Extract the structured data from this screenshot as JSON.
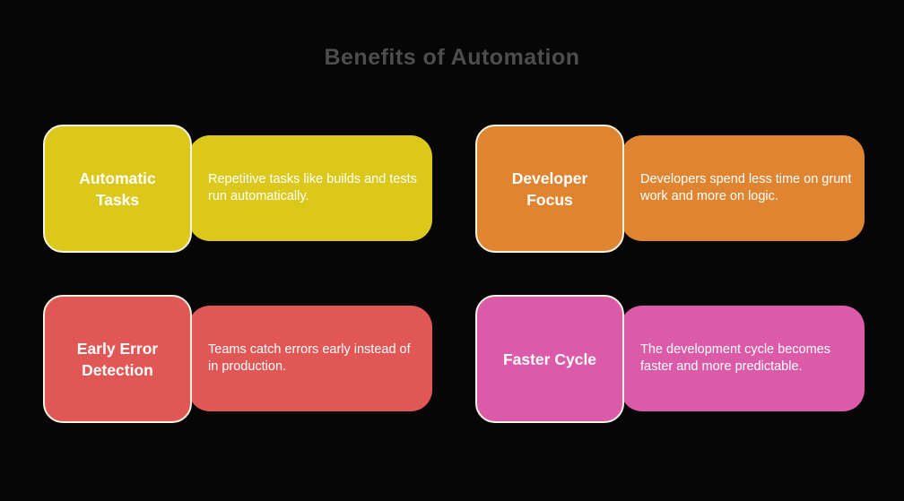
{
  "title": "Benefits of Automation",
  "palette": {
    "background": "#060606",
    "title_text": "#4d4d4d",
    "card_text": "#ffffff",
    "square_border": "#f8f3e2"
  },
  "cards": [
    {
      "label": "Automatic Tasks",
      "description": "Repetitive tasks like builds and tests run automatically.",
      "color": "#dcc81a"
    },
    {
      "label": "Developer Focus",
      "description": "Developers spend less time on grunt work and more on logic.",
      "color": "#df8531"
    },
    {
      "label": "Early Error Detection",
      "description": "Teams catch errors early instead of in production.",
      "color": "#e15755"
    },
    {
      "label": "Faster Cycle",
      "description": "The development cycle becomes faster and more predictable.",
      "color": "#db5ba9"
    }
  ]
}
